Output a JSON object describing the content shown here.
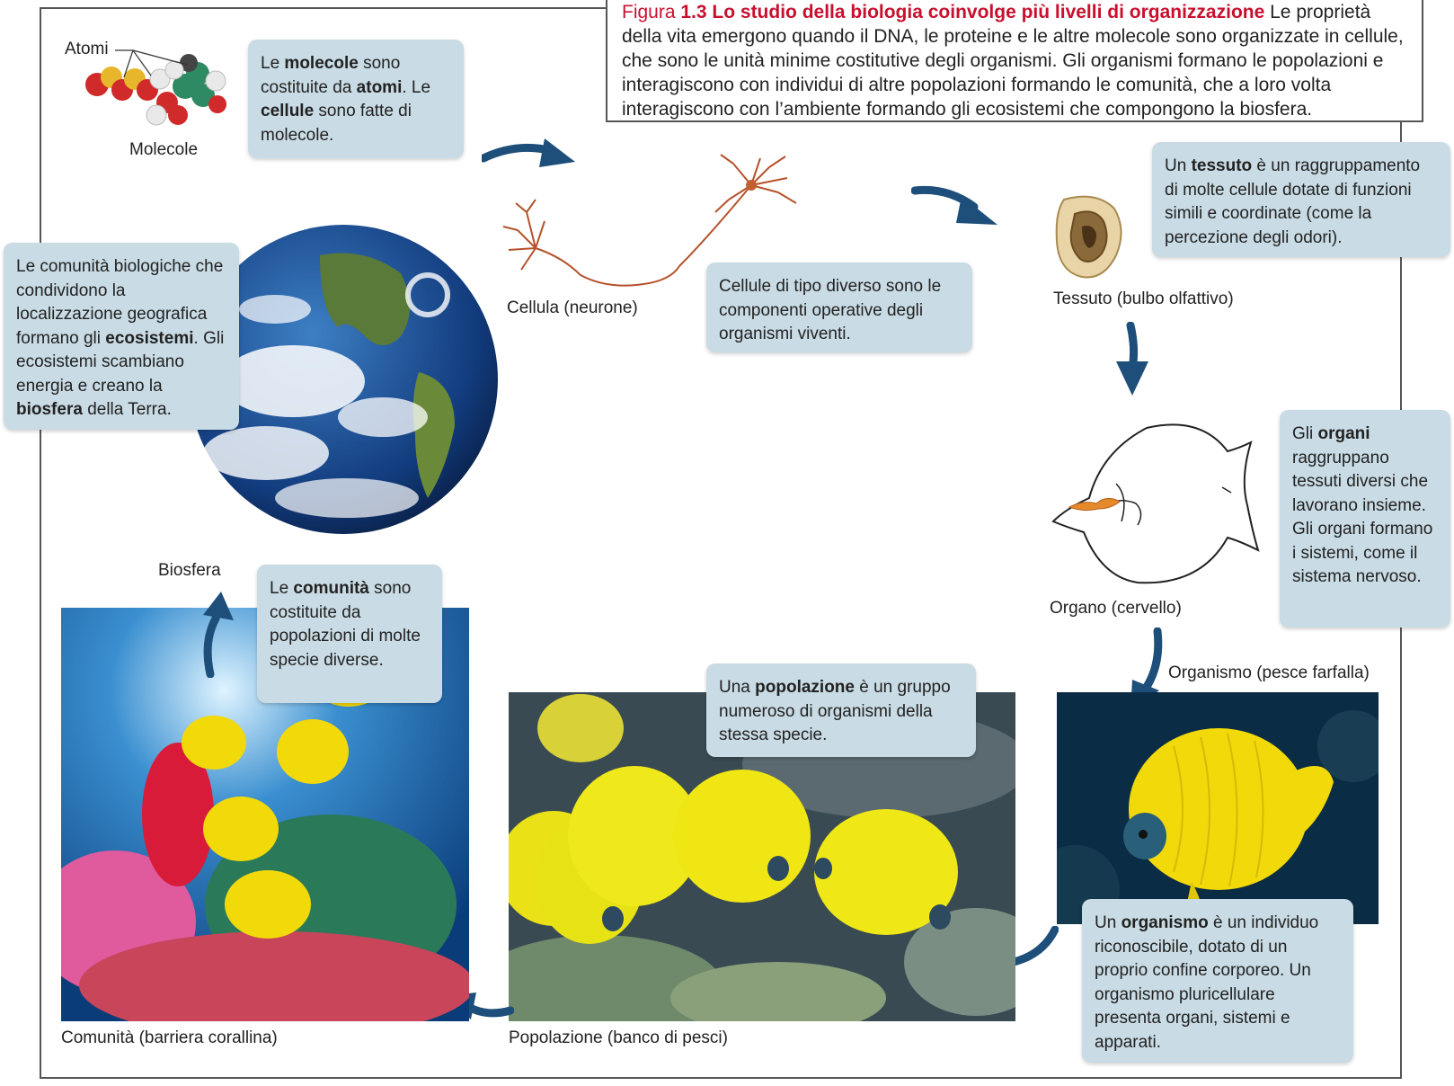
{
  "caption": {
    "figure_label": "Figura ",
    "figure_number": "1.3",
    "title": " Lo studio della biologia coinvolge più livelli di organizzazione",
    "text": " Le proprietà della vita emergono quando il DNA, le proteine e le altre molecole sono organizzate in cellule, che sono le unità minime costitutive degli organismi. Gli organismi formano le popolazioni e interagiscono con individui di altre popolazioni formando le comunità, che a loro volta interagiscono con l’ambiente formando gli ecosistemi che compongono la biosfera."
  },
  "labels": {
    "atoms": "Atomi",
    "molecules": "Molecole",
    "cell": "Cellula (neurone)",
    "tissue": "Tessuto (bulbo olfattivo)",
    "organ": "Organo (cervello)",
    "organism": "Organismo (pesce farfalla)",
    "population": "Popolazione (banco di pesci)",
    "community": "Comunità (barriera corallina)",
    "biosphere": "Biosfera"
  },
  "notes": {
    "molecules": {
      "t1": "Le ",
      "b1": "molecole",
      "t2": " sono costituite da ",
      "b2": "atomi",
      "t3": ". Le ",
      "b3": "cellule",
      "t4": " sono fatte di molecole."
    },
    "cells": {
      "t1": "Cellule di tipo diverso sono le componenti operative degli organismi viventi."
    },
    "tissue": {
      "t1": "Un ",
      "b1": "tessuto",
      "t2": " è un raggruppamento di molte cellule dotate di funzioni simili e coordinate (come la percezione degli odori)."
    },
    "organs": {
      "t1": "Gli ",
      "b1": "organi",
      "t2": " raggruppano tessuti diversi che lavorano insieme. Gli organi formano i sistemi, come il sistema nervoso."
    },
    "organism": {
      "t1": "Un ",
      "b1": "organismo",
      "t2": " è un individuo riconoscibile, dotato di un proprio confine corporeo. Un organismo pluricellulare presenta organi, sistemi e apparati."
    },
    "population": {
      "t1": "Una ",
      "b1": "popolazione",
      "t2": " è un gruppo numeroso di organismi della stessa specie."
    },
    "community": {
      "t1": "Le ",
      "b1": "comunità",
      "t2": " sono costituite da popolazioni di molte specie diverse."
    },
    "ecosystems": {
      "t1": "Le comunità biologiche che condividono la localizzazione geografica formano gli ",
      "b1": "ecosistemi",
      "t2": ". Gli ecosistemi scambiano energia e creano la ",
      "b2": "biosfera",
      "t3": " della Terra."
    }
  },
  "colors": {
    "note_bg": "#c9dbe4",
    "arrow": "#1e4f7a",
    "caption_red": "#c8102e",
    "fish_yellow": "#f2d90a"
  }
}
